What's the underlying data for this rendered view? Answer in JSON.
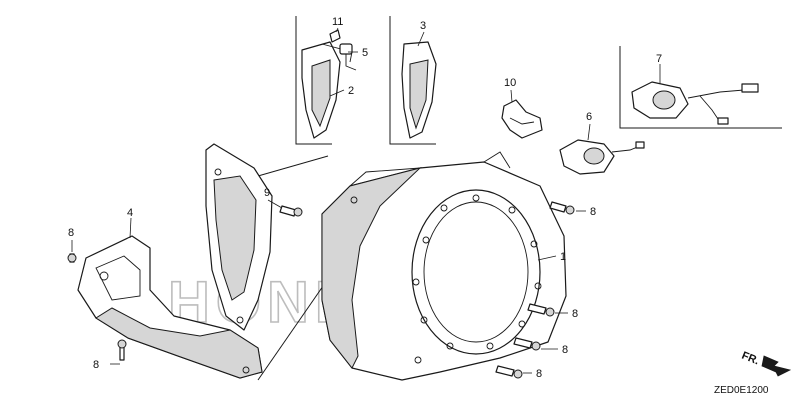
{
  "diagram_code": "ZED0E1200",
  "front_marker": "FR.",
  "watermark": "HONDA",
  "callouts": {
    "c1": "1",
    "c2": "2",
    "c3": "3",
    "c4": "4",
    "c5": "5",
    "c6": "6",
    "c7": "7",
    "c8a": "8",
    "c8b": "8",
    "c8c": "8",
    "c8d": "8",
    "c8e": "8",
    "c8f": "8",
    "c9": "9",
    "c10": "10",
    "c11": "11"
  }
}
